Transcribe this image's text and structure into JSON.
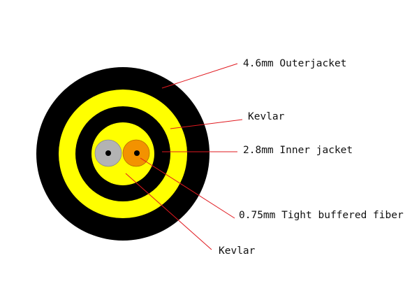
{
  "labels": {
    "outer_jacket": "4.6mm Outerjacket",
    "kevlar_outer": "Kevlar",
    "inner_jacket": "2.8mm Inner jacket",
    "tight_buffered_fiber": "0.75mm Tight buffered fiber",
    "kevlar_inner": "Kevlar"
  },
  "colors": {
    "outer_jacket": "#000000",
    "kevlar": "#ffff00",
    "inner_jacket": "#000000",
    "fiber_gray": "#b3b3b3",
    "fiber_orange": "#f39200",
    "fiber_core": "#000000",
    "leader_line": "#e0191f"
  }
}
